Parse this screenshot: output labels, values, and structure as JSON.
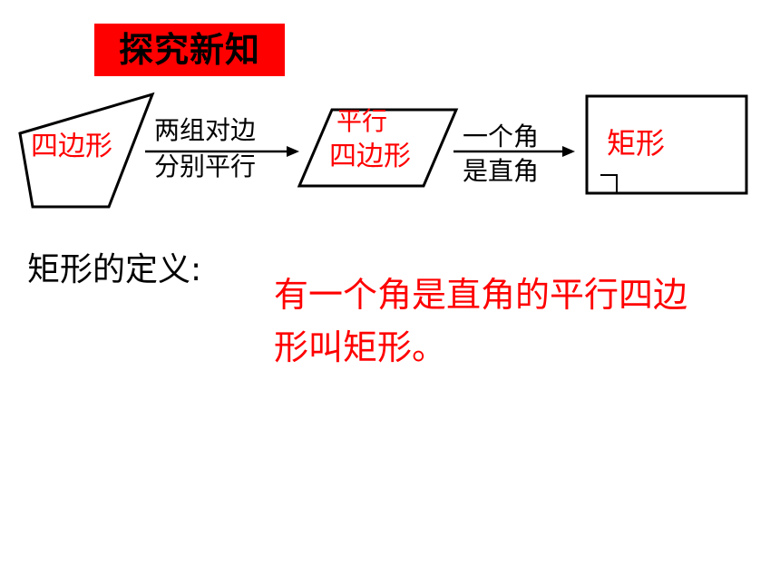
{
  "title": "探究新知",
  "colors": {
    "accent": "#ff0000",
    "text": "#000000"
  },
  "diagram": {
    "quadrilateral_label": "四边形",
    "condition1_line1": "两组对边",
    "condition1_line2": "分别平行",
    "parallelogram_line1": "平行",
    "parallelogram_line2": "四边形",
    "condition2_line1": "一个角",
    "condition2_line2": "是直角",
    "rectangle_label": "矩形"
  },
  "definition": {
    "label": "矩形的定义:",
    "text": "有一个角是直角的平行四边形叫矩形。"
  }
}
